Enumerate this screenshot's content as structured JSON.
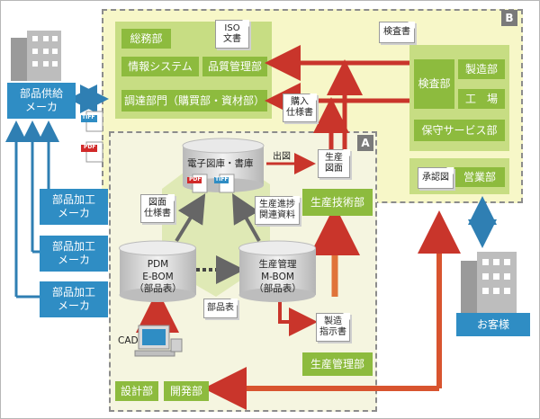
{
  "zones": {
    "a_label": "A",
    "b_label": "B"
  },
  "external": {
    "parts_supplier": "部品供給\nメーカ",
    "parts_processor": "部品加工\nメーカ",
    "customer": "お客様"
  },
  "zone_b": {
    "general_affairs": "総務部",
    "info_systems": "情報システム",
    "quality_mgmt": "品質管理部",
    "procurement": "調達部門（購買部・資材部）",
    "inspection": "検査部",
    "manufacturing": "製造部",
    "factory": "工　場",
    "maintenance": "保守サービス部",
    "sales": "営業部"
  },
  "zone_a": {
    "production_eng": "生産技術部",
    "production_mgmt": "生産管理部",
    "design": "設計部",
    "development": "開発部"
  },
  "documents": {
    "iso": "ISO\n文書",
    "inspection_doc": "検査書",
    "purchase_spec": "購入\n仕様書",
    "production_drawing": "生産\n図面",
    "drawing_spec": "図面\n仕様書",
    "progress_docs": "生産進捗\n関連資料",
    "parts_list": "部品表",
    "mfg_instruction": "製造\n指示書",
    "approval_drawing": "承認図"
  },
  "labels": {
    "e_library": "電子図庫・書庫",
    "release": "出図",
    "cad": "CAD",
    "tiff": "TIFF",
    "pdf": "PDF"
  },
  "cylinders": {
    "pdm": "PDM\nE-BOM\n（部品表）",
    "mbom": "生産管理\nM-BOM\n（部品表）"
  }
}
